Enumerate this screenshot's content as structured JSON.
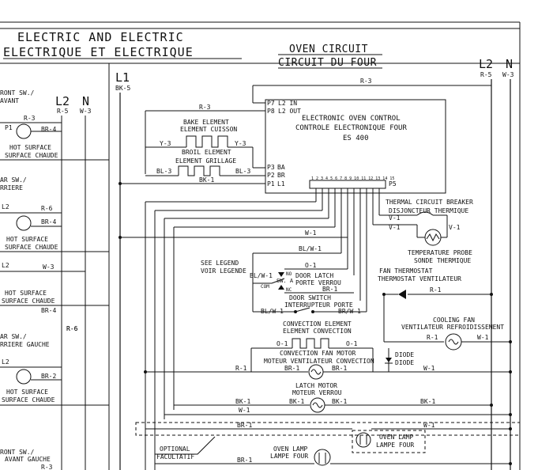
{
  "header": {
    "title_en": "ELECTRIC AND ELECTRIC",
    "title_fr": "ELECTRIQUE ET ELECTRIQUE",
    "oven_circuit_en": "OVEN CIRCUIT",
    "oven_circuit_fr": "CIRCUIT DU FOUR"
  },
  "lines": {
    "l1": "L1",
    "l1_sub": "BK-5",
    "l2": "L2",
    "l2_sub": "R-5",
    "n": "N",
    "n_sub": "W-3",
    "l2_left": "L2",
    "l2_left_sub": "R-5",
    "n_left": "N",
    "n_left_sub": "W-3"
  },
  "left_panel": {
    "front_sw": "RONT SW./",
    "avant": "AVANT",
    "r3a": "R-3",
    "p1": "P1",
    "br4a": "BR-4",
    "hot1_en": "HOT SURFACE",
    "hot1_fr": "SURFACE CHAUDE",
    "rear_sw": "AR SW./",
    "arriere": "RRIERE",
    "l2a": "L2",
    "r6a": "R-6",
    "br4b": "BR-4",
    "hot2_en": "HOT SURFACE",
    "hot2_fr": "SURFACE CHAUDE",
    "l2b": "L2",
    "w3": "W-3",
    "hot3_en": "HOT SURFACE",
    "hot3_fr": "SURFACE CHAUDE",
    "br4c": "BR-4",
    "r6b": "R-6",
    "rear_sw2": "AR SW./",
    "arriere_gauche": "RRIERE GAUCHE",
    "l2c": "L2",
    "br2": "BR-2",
    "hot4_en": "HOT SURFACE",
    "hot4_fr": "SURFACE CHAUDE",
    "front_sw2": "RONT SW./",
    "avant_gauche": "AVANT GAUCHE",
    "r3b": "R-3"
  },
  "eoc": {
    "title_en": "ELECTRONIC OVEN CONTROL",
    "title_fr": "CONTROLE ELECTRONIQUE FOUR",
    "model": "ES 400",
    "p7": "P7",
    "p7_label": "L2 IN",
    "p8": "P8",
    "p8_label": "L2 OUT",
    "p3": "P3",
    "p3_label": "BA",
    "p2": "P2",
    "p2_label": "BR",
    "p1": "P1",
    "p1_label": "L1",
    "pins": "1 2 3 4 5 6 7 8 9 10 11 12 13 14 15",
    "p5": "P5"
  },
  "wires": {
    "r3_top": "R-3",
    "r3_mid": "R-3",
    "y3_left": "Y-3",
    "y3_right": "Y-3",
    "bl3_left": "BL-3",
    "bl3_right": "BL-3",
    "bk1_bake": "BK-1",
    "v1_a": "V-1",
    "v1_b": "V-1",
    "w1_main": "W-1",
    "blw1_top": "BL/W-1",
    "o1_latch": "O-1",
    "br1_latch": "BR-1",
    "blw1_left": "BL/W-1",
    "blw1_bot": "BL/W-1",
    "brw1": "BR/W-1",
    "r1_fan": "R-1",
    "r1_cool": "R-1",
    "w1_cool": "W-1",
    "o1_conv_l": "O-1",
    "o1_conv_r": "O-1",
    "r1_motor": "R-1",
    "br1_motor_l": "BR-1",
    "br1_motor_r": "BR-1",
    "w1_motor": "W-1",
    "bk1_latch_l": "BK-1",
    "bk1_latch_r": "BK-1",
    "bk1_latch_far": "BK-1",
    "bk1_left": "BK-1",
    "w1_lower": "W-1",
    "br1_opt": "BR-1",
    "w1_opt": "W-1",
    "br1_lamp": "BR-1",
    "r6_side": "R-6"
  },
  "components": {
    "bake_en": "BAKE ELEMENT",
    "bake_fr": "ELEMENT CUISSON",
    "broil_en": "BROIL ELEMENT",
    "broil_fr": "ELEMENT GRILLAGE",
    "thermal_en": "THERMAL CIRCUIT BREAKER",
    "thermal_fr": "DISJONCTEUR THERMIQUE",
    "probe_en": "TEMPERATURE PROBE",
    "probe_fr": "SONDE THERMIQUE",
    "legend_en": "SEE LEGEND",
    "legend_fr": "VOIR LEGENDE",
    "latch_en": "DOOR LATCH",
    "latch_fr": "PORTE VERROU",
    "sw_a": "SW. A",
    "no": "NO",
    "nc": "NC",
    "com": "COM",
    "door_sw_en": "DOOR SWITCH",
    "door_sw_fr": "INTERRUPTEUR PORTE",
    "fan_thermo_en": "FAN THERMOSTAT",
    "fan_thermo_fr": "THERMOSTAT VENTILATEUR",
    "conv_el_en": "CONVECTION ELEMENT",
    "conv_el_fr": "ELEMENT CONVECTION",
    "cool_en": "COOLING FAN",
    "cool_fr": "VENTILATEUR REFROIDISSEMENT",
    "conv_motor_en": "CONVECTION FAN MOTOR",
    "conv_motor_fr": "MOTEUR VENTILATEUR CONVECTION",
    "diode_en": "DIODE",
    "diode_fr": "DIODE",
    "latch_motor_en": "LATCH MOTOR",
    "latch_motor_fr": "MOTEUR VERROU",
    "oven_lamp_en": "OVEN LAMP",
    "oven_lamp_fr": "LAMPE FOUR",
    "optional_en": "OPTIONAL",
    "optional_fr": "FACULTATIF"
  }
}
